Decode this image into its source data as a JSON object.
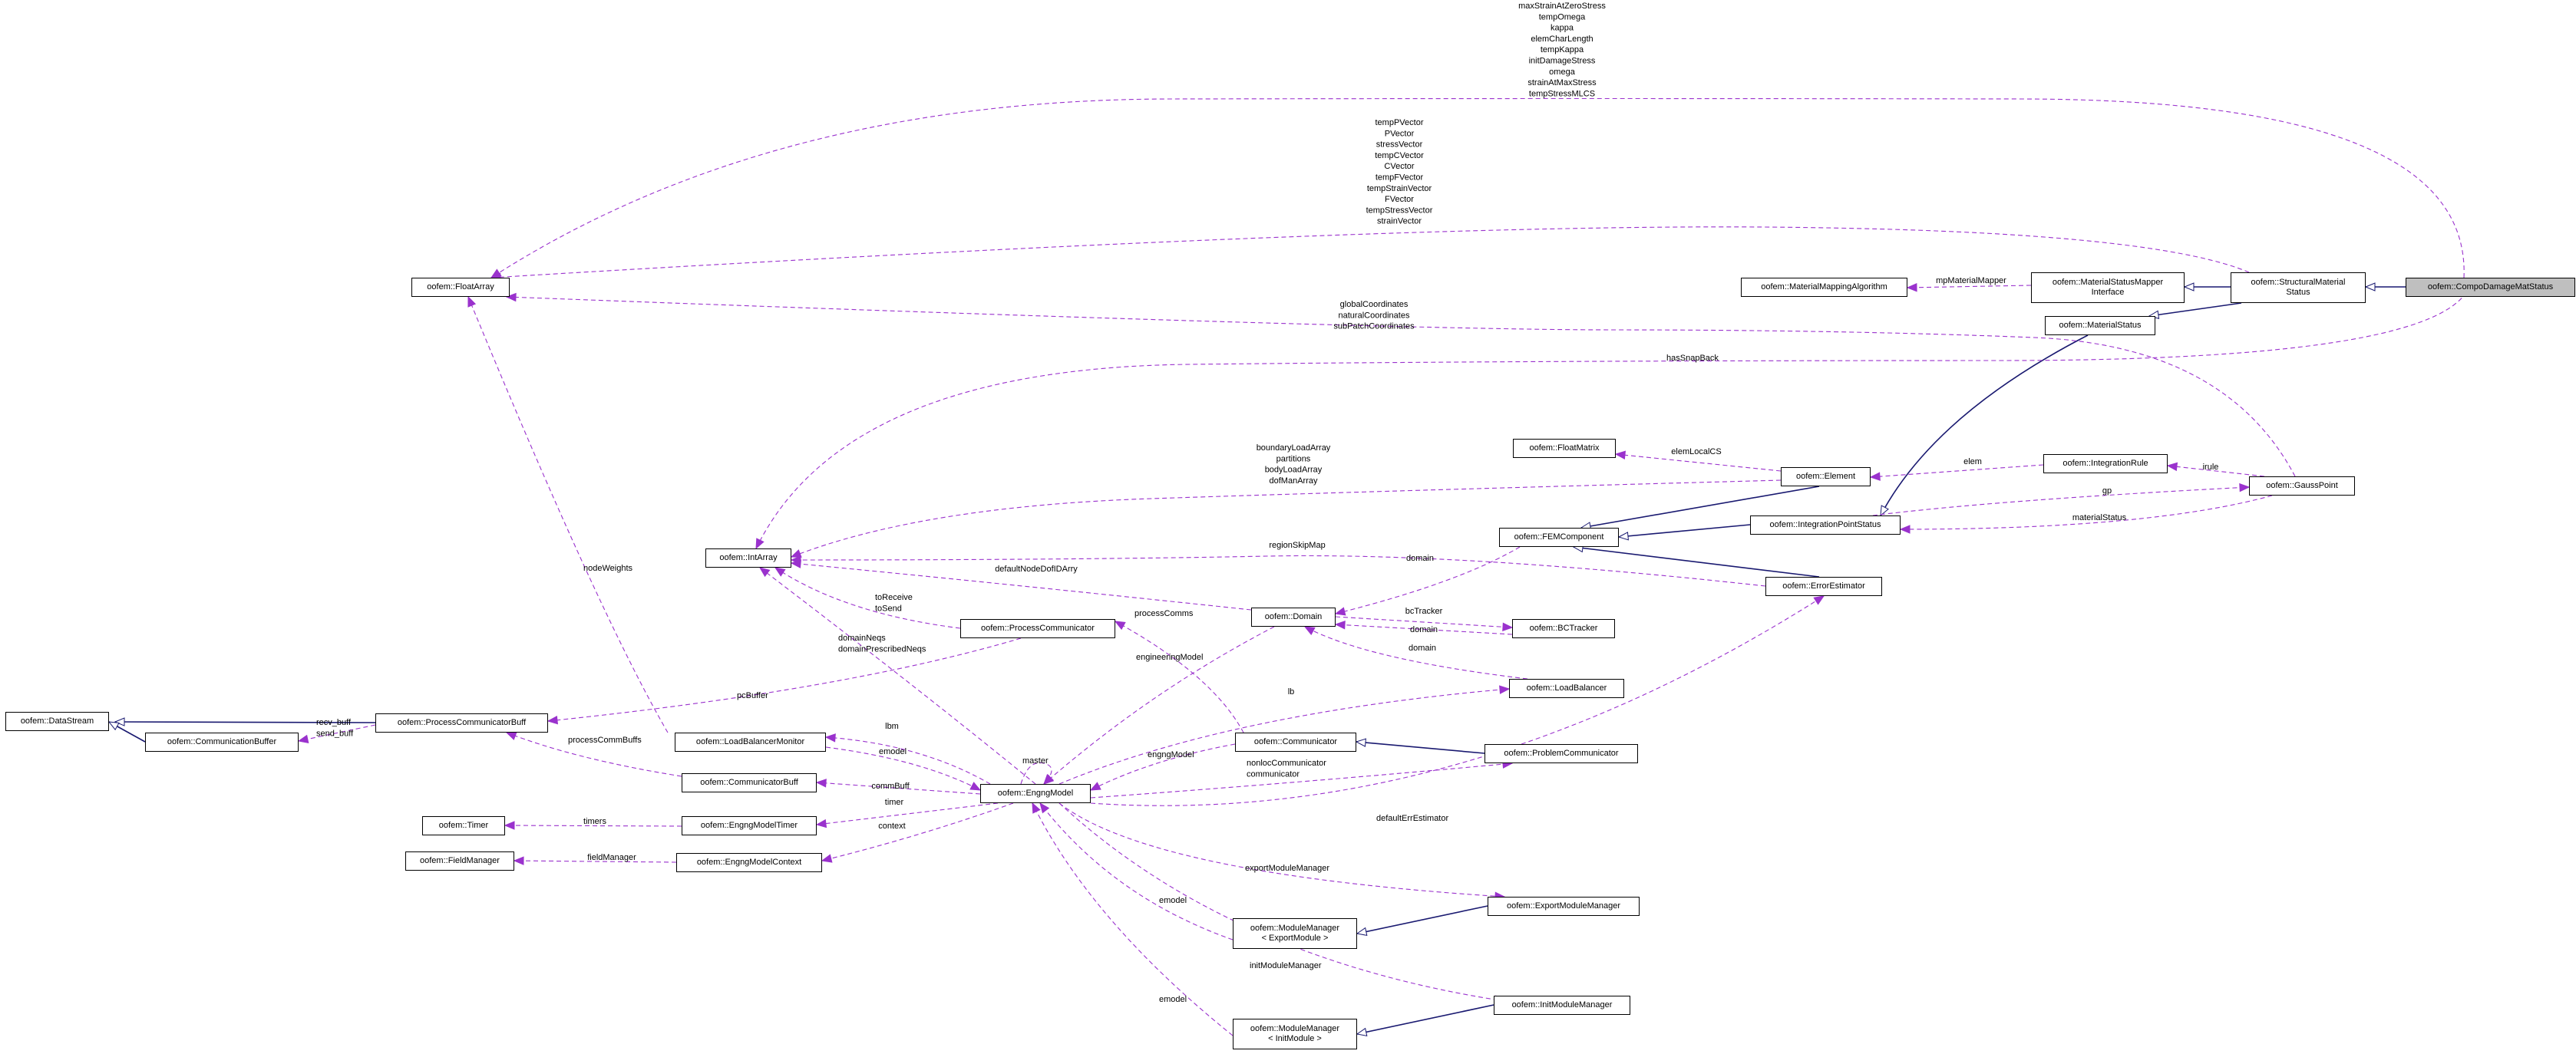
{
  "nodes": {
    "CompoDamageMatStatus": [
      "oofem::CompoDamageMatStatus"
    ],
    "StructuralMaterialStatus": [
      "oofem::StructuralMaterial",
      "Status"
    ],
    "MaterialStatusMapperInterface": [
      "oofem::MaterialStatusMapper",
      "Interface"
    ],
    "MaterialMappingAlgorithm": [
      "oofem::MaterialMappingAlgorithm"
    ],
    "MaterialStatus": [
      "oofem::MaterialStatus"
    ],
    "FloatArray": [
      "oofem::FloatArray"
    ],
    "FloatMatrix": [
      "oofem::FloatMatrix"
    ],
    "Element": [
      "oofem::Element"
    ],
    "IntegrationRule": [
      "oofem::IntegrationRule"
    ],
    "GaussPoint": [
      "oofem::GaussPoint"
    ],
    "FEMComponent": [
      "oofem::FEMComponent"
    ],
    "IntegrationPointStatus": [
      "oofem::IntegrationPointStatus"
    ],
    "IntArray": [
      "oofem::IntArray"
    ],
    "ErrorEstimator": [
      "oofem::ErrorEstimator"
    ],
    "Domain": [
      "oofem::Domain"
    ],
    "BCTracker": [
      "oofem::BCTracker"
    ],
    "ProcessCommunicator": [
      "oofem::ProcessCommunicator"
    ],
    "LoadBalancer": [
      "oofem::LoadBalancer"
    ],
    "DataStream": [
      "oofem::DataStream"
    ],
    "ProcessCommunicatorBuff": [
      "oofem::ProcessCommunicatorBuff"
    ],
    "CommunicationBuffer": [
      "oofem::CommunicationBuffer"
    ],
    "LoadBalancerMonitor": [
      "oofem::LoadBalancerMonitor"
    ],
    "Communicator": [
      "oofem::Communicator"
    ],
    "ProblemCommunicator": [
      "oofem::ProblemCommunicator"
    ],
    "CommunicatorBuff": [
      "oofem::CommunicatorBuff"
    ],
    "EngngModel": [
      "oofem::EngngModel"
    ],
    "Timer": [
      "oofem::Timer"
    ],
    "EngngModelTimer": [
      "oofem::EngngModelTimer"
    ],
    "FieldManager": [
      "oofem::FieldManager"
    ],
    "EngngModelContext": [
      "oofem::EngngModelContext"
    ],
    "ExportModuleManager": [
      "oofem::ExportModuleManager"
    ],
    "ModuleManagerExport": [
      "oofem::ModuleManager",
      "< ExportModule >"
    ],
    "InitModuleManager": [
      "oofem::InitModuleManager"
    ],
    "ModuleManagerInit": [
      "oofem::ModuleManager",
      "< InitModule >"
    ]
  },
  "edge_labels": {
    "compo_floatarray": [
      "maxStrainAtZeroStress",
      "tempOmega",
      "kappa",
      "elemCharLength",
      "tempKappa",
      "initDamageStress",
      "omega",
      "strainAtMaxStress",
      "tempStressMLCS"
    ],
    "sms_floatarray": [
      "tempPVector",
      "PVector",
      "stressVector",
      "tempCVector",
      "CVector",
      "tempFVector",
      "tempStrainVector",
      "FVector",
      "tempStressVector",
      "strainVector"
    ],
    "gp_floatarray": [
      "globalCoordinates",
      "naturalCoordinates",
      "subPatchCoordinates"
    ],
    "compo_intarray": [
      "hasSnapBack"
    ],
    "mapper": [
      "mpMaterialMapper"
    ],
    "elemLocalCS": [
      "elemLocalCS"
    ],
    "elem": [
      "elem"
    ],
    "irule": [
      "irule"
    ],
    "gp": [
      "gp"
    ],
    "materialStatus": [
      "materialStatus"
    ],
    "element_intarray": [
      "boundaryLoadArray",
      "partitions",
      "bodyLoadArray",
      "dofManArray"
    ],
    "regionSkipMap": [
      "regionSkipMap"
    ],
    "domain_fem": [
      "domain"
    ],
    "defaultNodeDofIDArry": [
      "defaultNodeDofIDArry"
    ],
    "nodeWeights": [
      "nodeWeights"
    ],
    "toReceive": [
      "toReceive",
      "toSend"
    ],
    "domainNeqs": [
      "domainNeqs",
      "domainPrescribedNeqs"
    ],
    "processComms": [
      "processComms"
    ],
    "bcTracker": [
      "bcTracker"
    ],
    "domain_bct": [
      "domain"
    ],
    "domain_lb": [
      "domain"
    ],
    "engineeringModel": [
      "engineeringModel"
    ],
    "pcBuffer": [
      "pcBuffer"
    ],
    "lb": [
      "lb"
    ],
    "recv_buff": [
      "recv_buff",
      "send_buff"
    ],
    "processCommBuffs": [
      "processCommBuffs"
    ],
    "lbm": [
      "lbm"
    ],
    "emodel_lbm": [
      "emodel"
    ],
    "engngModel_comm": [
      "engngModel"
    ],
    "nonlocComm": [
      "nonlocCommunicator",
      "communicator"
    ],
    "master": [
      "master"
    ],
    "commBuff": [
      "commBuff"
    ],
    "timer": [
      "timer"
    ],
    "timers": [
      "timers"
    ],
    "context": [
      "context"
    ],
    "fieldManager": [
      "fieldManager"
    ],
    "defaultErrEstimator": [
      "defaultErrEstimator"
    ],
    "exportModuleManager": [
      "exportModuleManager"
    ],
    "emodel_export": [
      "emodel"
    ],
    "initModuleManager": [
      "initModuleManager"
    ],
    "emodel_init": [
      "emodel"
    ]
  },
  "colors": {
    "inheritance": "#191970",
    "usage": "#9a32cd",
    "root_fill": "#bfbfbf"
  }
}
